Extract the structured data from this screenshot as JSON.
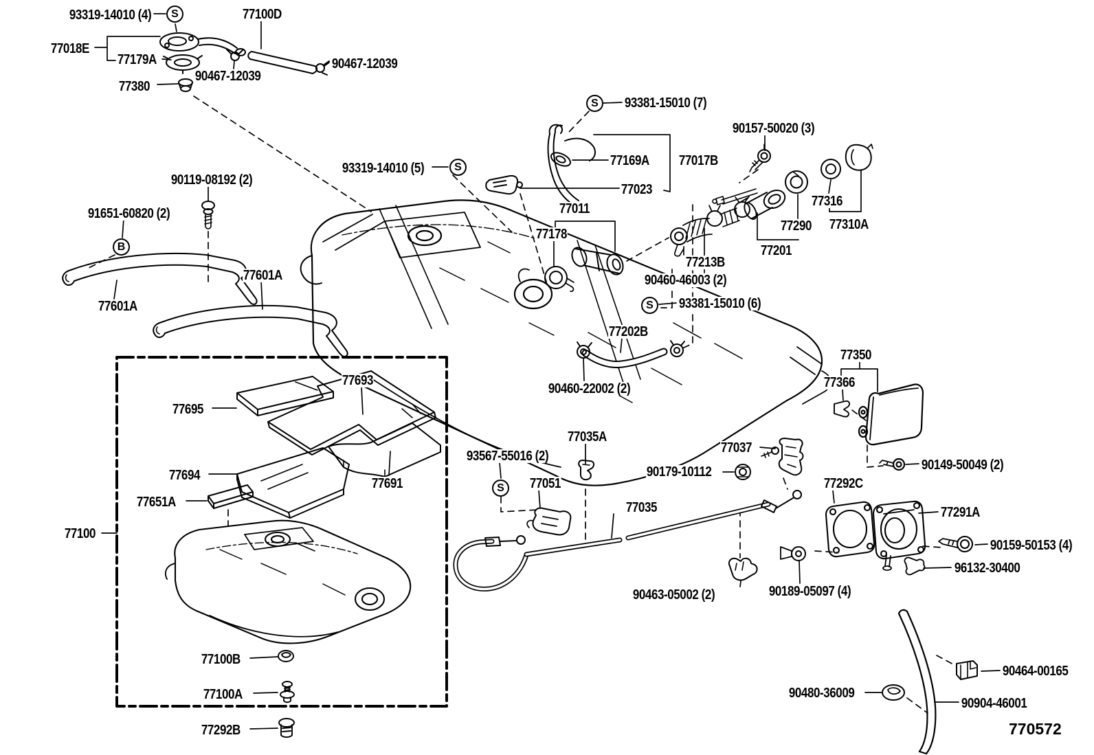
{
  "diagram": {
    "drawing_number": "770572",
    "symbols": {
      "s": "S",
      "b": "B"
    },
    "parts": {
      "p93319_4": "93319-14010 (4)",
      "p77100d": "77100D",
      "p77018e": "77018E",
      "p77179a": "77179A",
      "p90467_right": "90467-12039",
      "p90467_lower": "90467-12039",
      "p77380": "77380",
      "p93381_7": "93381-15010 (7)",
      "p90157": "90157-50020 (3)",
      "p93319_5": "93319-14010 (5)",
      "p77169a": "77169A",
      "p77017b": "77017B",
      "p77023": "77023",
      "p77011": "77011",
      "p77178": "77178",
      "p77316": "77316",
      "p77290": "77290",
      "p77310a": "77310A",
      "p77201": "77201",
      "p77213b": "77213B",
      "p90460_46003": "90460-46003 (2)",
      "p93381_6": "93381-15010 (6)",
      "p77202b": "77202B",
      "p90460_22002": "90460-22002 (2)",
      "p90119": "90119-08192 (2)",
      "p91651": "91651-60820 (2)",
      "p77601a_right": "77601A",
      "p77601a_left": "77601A",
      "p77693": "77693",
      "p77695": "77695",
      "p77694": "77694",
      "p77651a": "77651A",
      "p77691": "77691",
      "p77100": "77100",
      "p77100b": "77100B",
      "p77100a": "77100A",
      "p77292b": "77292B",
      "p93567": "93567-55016 (2)",
      "p77051": "77051",
      "p77035a": "77035A",
      "p77037": "77037",
      "p90179": "90179-10112",
      "p77035": "77035",
      "p90463": "90463-05002 (2)",
      "p90189": "90189-05097 (4)",
      "p77350": "77350",
      "p77366": "77366",
      "p90149": "90149-50049 (2)",
      "p77292c": "77292C",
      "p77291a": "77291A",
      "p90159": "90159-50153 (4)",
      "p96132": "96132-30400",
      "p90464": "90464-00165",
      "p90480": "90480-36009",
      "p90904": "90904-46001"
    }
  }
}
